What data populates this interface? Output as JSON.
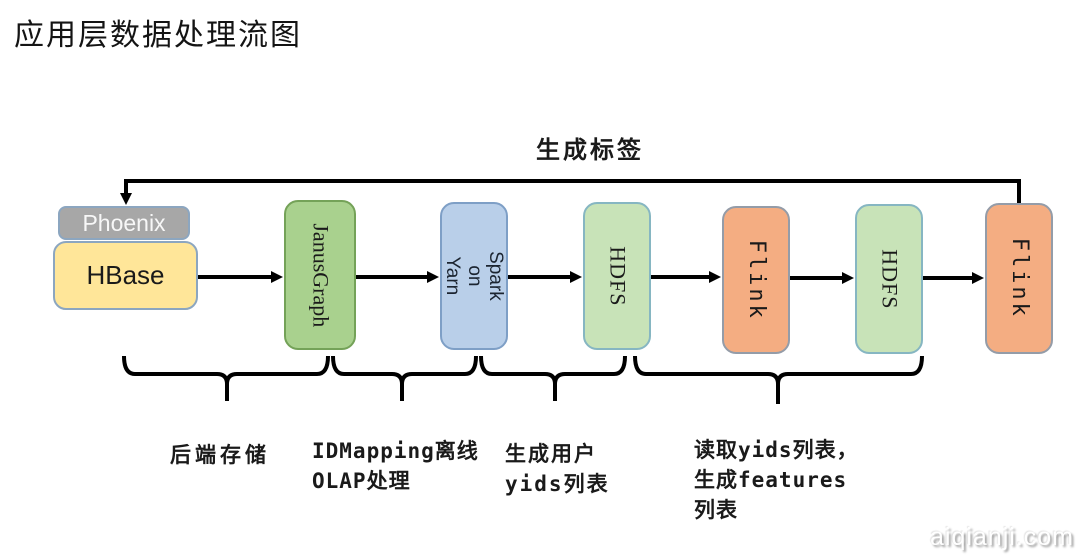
{
  "title": "应用层数据处理流图",
  "feedback": {
    "label": "生成标签"
  },
  "nodes": [
    {
      "id": "phoenix",
      "label": "Phoenix",
      "fill": "#a7a7a7",
      "border": "#8ca6c0",
      "text_color": "#f7f7f7"
    },
    {
      "id": "hbase",
      "label": "HBase",
      "fill": "#ffe699",
      "border": "#8ca6c0",
      "text_color": "#1a1a1a"
    },
    {
      "id": "janusgraph",
      "label": "JanusGraph",
      "fill": "#a9d18e",
      "border": "#74a258",
      "text_color": "#1a1a1a"
    },
    {
      "id": "spark",
      "label": "Spark on\nYarn",
      "fill": "#b9cfe9",
      "border": "#7e9fc6",
      "text_color": "#1b2430"
    },
    {
      "id": "hdfs-1",
      "label": "HDFS",
      "fill": "#c8e3b8",
      "border": "#86b6c2",
      "text_color": "#1a1a1a"
    },
    {
      "id": "flink-1",
      "label": "Flink",
      "fill": "#f4ad82",
      "border": "#949ca8",
      "text_color": "#1a1a1a"
    },
    {
      "id": "hdfs-2",
      "label": "HDFS",
      "fill": "#c8e3b8",
      "border": "#86b6c2",
      "text_color": "#1a1a1a"
    },
    {
      "id": "flink-2",
      "label": "Flink",
      "fill": "#f4ad82",
      "border": "#949ca8",
      "text_color": "#1a1a1a"
    }
  ],
  "groups": [
    {
      "label": "后端存储"
    },
    {
      "label": "IDMapping离线\nOLAP处理"
    },
    {
      "label": "生成用户\nyids列表"
    },
    {
      "label": "读取yids列表，\n生成features\n列表"
    }
  ],
  "watermark": "aiqianji.com",
  "colors": {
    "arrow": "#000000",
    "background": "#ffffff"
  }
}
